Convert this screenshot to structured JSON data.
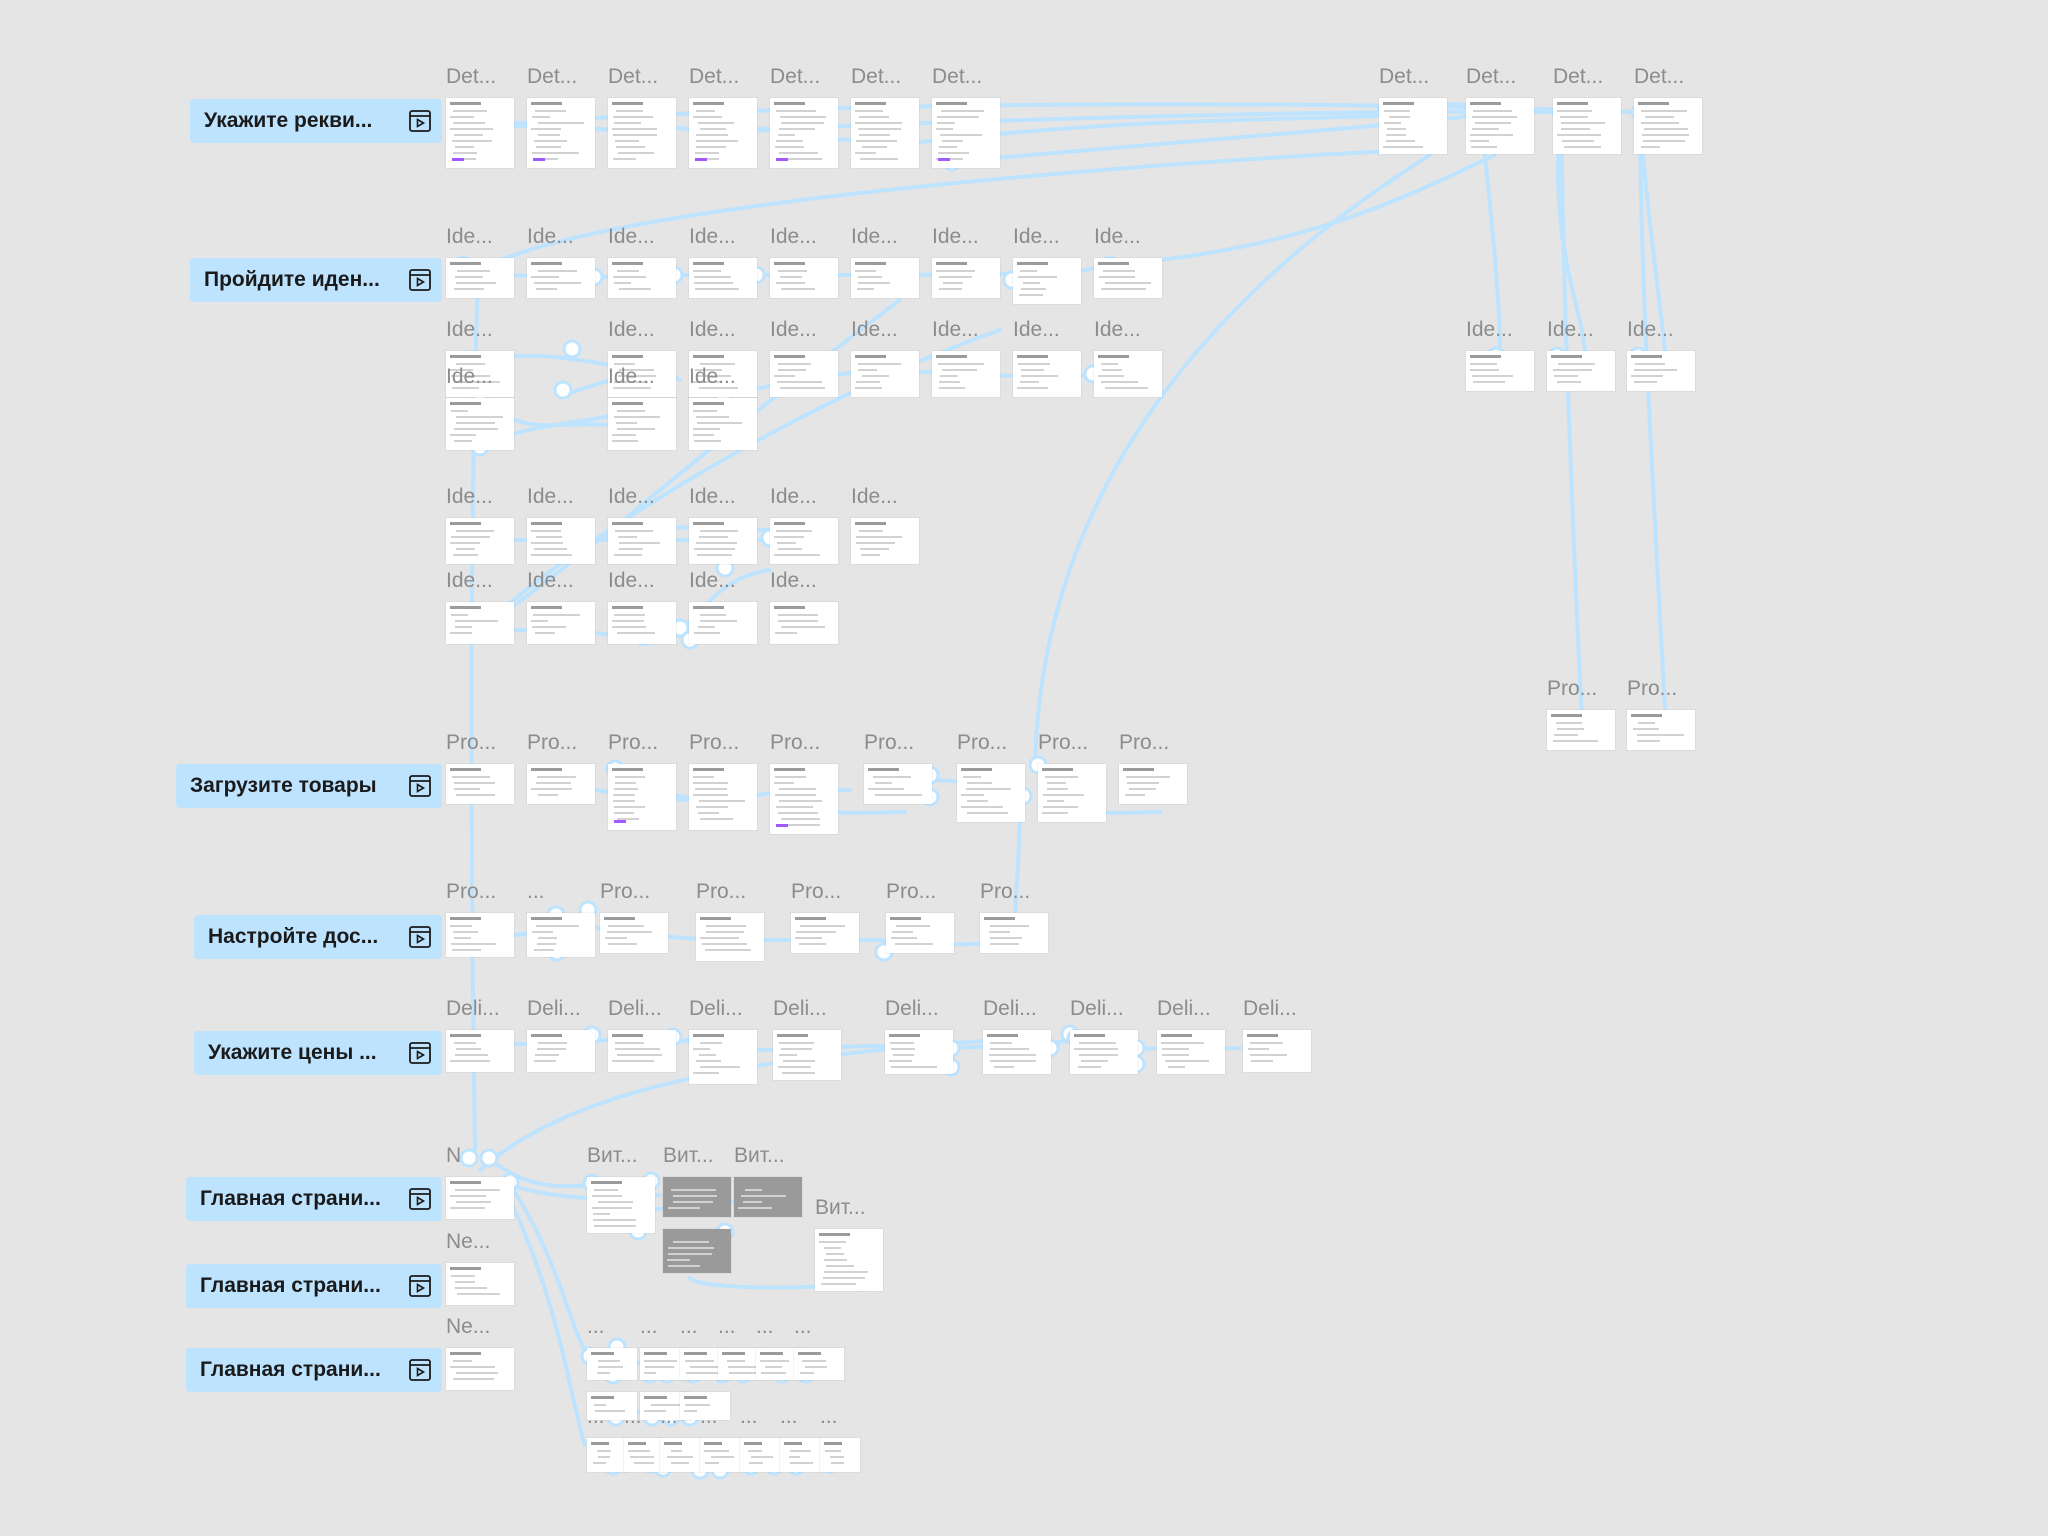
{
  "canvas": {
    "background": "#e5e5e5",
    "connector_color": "#bde3ff",
    "flow_start_color": "#bde3ff"
  },
  "flows": [
    {
      "label": "Укажите рекви...",
      "icon": "play-frame-icon"
    },
    {
      "label": "Пройдите иден...",
      "icon": "play-frame-icon"
    },
    {
      "label": "Загрузите товары",
      "icon": "play-frame-icon"
    },
    {
      "label": "Настройте дос...",
      "icon": "play-frame-icon"
    },
    {
      "label": "Укажите цены ...",
      "icon": "play-frame-icon"
    },
    {
      "label": "Главная страни...",
      "icon": "play-frame-icon"
    },
    {
      "label": "Главная страни...",
      "icon": "play-frame-icon"
    },
    {
      "label": "Главная страни...",
      "icon": "play-frame-icon"
    }
  ],
  "frame_labels": {
    "det": "Det...",
    "ide": "Ide...",
    "pro": "Pro...",
    "deli": "Deli...",
    "ne": "Ne...",
    "vit": "Вит...",
    "dots": "...",
    "n": "N"
  }
}
